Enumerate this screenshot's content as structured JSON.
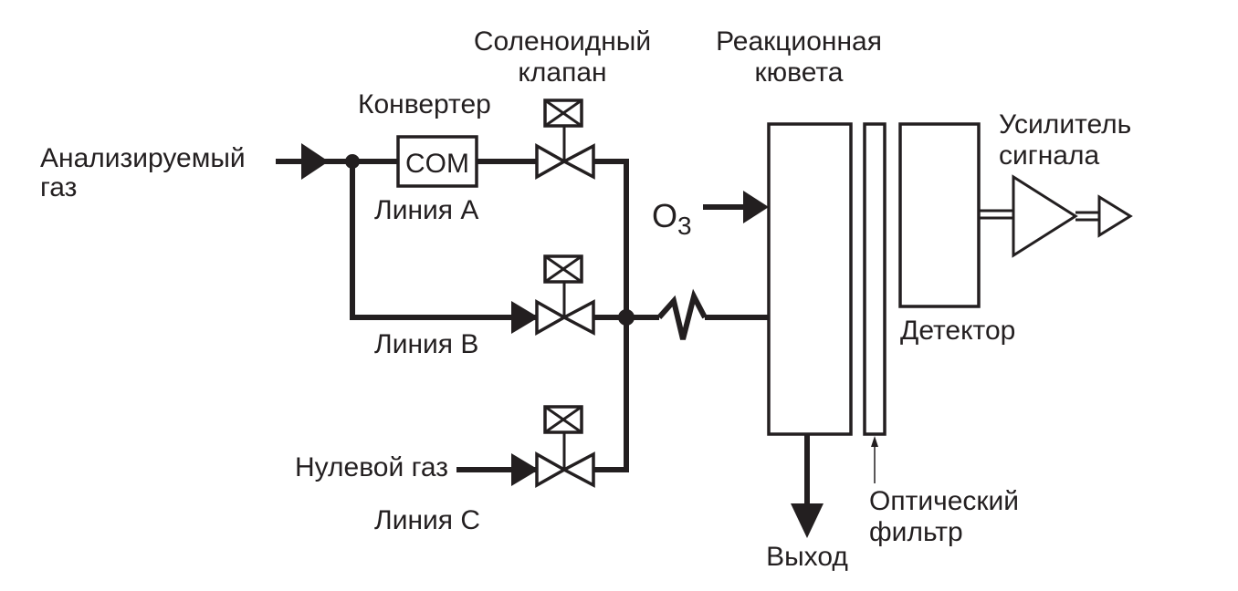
{
  "labels": {
    "sample_gas_line1": "Анализируемый",
    "sample_gas_line2": "газ",
    "converter": "Конвертер",
    "converter_box": "COM",
    "line_a": "Линия A",
    "line_b": "Линия B",
    "line_c": "Линия C",
    "zero_gas": "Нулевой газ",
    "solenoid_line1": "Соленоидный",
    "solenoid_line2": "клапан",
    "reaction_line1": "Реакционная",
    "reaction_line2": "кювета",
    "ozone_main": "O",
    "ozone_sub": "3",
    "outlet": "Выход",
    "optical_line1": "Оптический",
    "optical_line2": "фильтр",
    "detector": "Детектор",
    "amplifier_line1": "Усилитель",
    "amplifier_line2": "сигнала"
  },
  "colors": {
    "line": "#231f20",
    "background": "#ffffff"
  }
}
